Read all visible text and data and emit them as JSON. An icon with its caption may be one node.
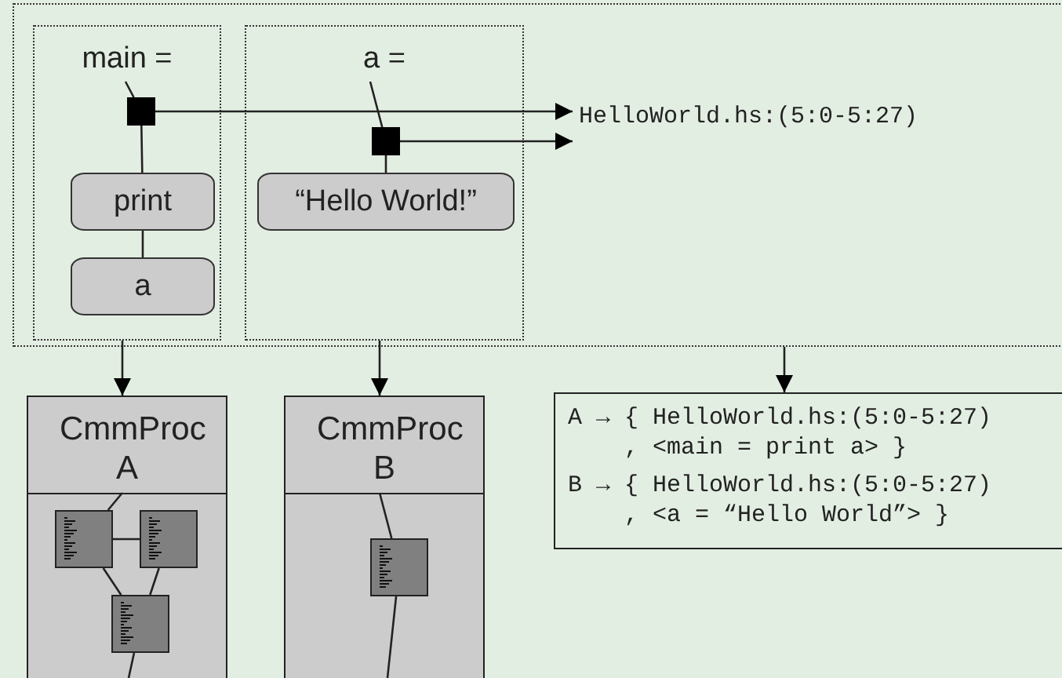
{
  "diagram": {
    "nodes": [
      {
        "text": [],
        "shape": "box"
      },
      {
        "text": [
          "main ="
        ],
        "in": 0
      },
      {
        "text": [],
        "shape": "box",
        "in": 1
      },
      {
        "text": [
          "print"
        ],
        "in": 1
      },
      {
        "text": [
          "a"
        ],
        "in": 1
      },
      {
        "text": [
          "a ="
        ],
        "in": 0
      },
      {
        "text": [],
        "shape": "box",
        "in": 5
      },
      {
        "text": [
          "“Hello World!”"
        ],
        "in": 5
      },
      {
        "text": [
          "HelloWorld.hs:(5:0-5:27)"
        ],
        "in": 0
      },
      {
        "text": [
          "CmmProc A"
        ]
      },
      {
        "text": [],
        "shape": "box",
        "in": 9
      },
      {
        "text": [],
        "shape": "box",
        "in": 9
      },
      {
        "text": [],
        "shape": "box",
        "in": 9
      },
      {
        "text": [
          "CmmProc B"
        ]
      },
      {
        "text": [],
        "shape": "box",
        "in": 13
      },
      {
        "text": [
          "A → { HelloWorld.hs:(5:0-5:27) , <main = print a> }",
          "B → { HelloWorld.hs:(5:0-5:27) , <a = “Hello World”> }"
        ]
      }
    ],
    "edges": [
      {
        "from": null,
        "to": 2,
        "arrow": "none"
      },
      {
        "from": 2,
        "to": 3,
        "arrow": "none"
      },
      {
        "from": 3,
        "to": 4,
        "arrow": "none"
      },
      {
        "from": 2,
        "to": 8,
        "arrow": "to"
      },
      {
        "from": null,
        "to": 6,
        "arrow": "none"
      },
      {
        "from": 6,
        "to": 7,
        "arrow": "none"
      },
      {
        "from": 6,
        "to": 8,
        "arrow": "to"
      },
      {
        "from": 1,
        "to": 9,
        "arrow": "to"
      },
      {
        "from": 5,
        "to": 13,
        "arrow": "to"
      },
      {
        "from": 0,
        "to": 15,
        "arrow": "to"
      },
      {
        "from": null,
        "to": 10,
        "arrow": "none"
      },
      {
        "from": 10,
        "to": 11,
        "arrow": "none"
      },
      {
        "from": 10,
        "to": 12,
        "arrow": "none"
      },
      {
        "from": 11,
        "to": 12,
        "arrow": "none"
      },
      {
        "from": 12,
        "to": null,
        "arrow": "none"
      },
      {
        "from": null,
        "to": 14,
        "arrow": "none"
      },
      {
        "from": 14,
        "to": null,
        "arrow": "none"
      }
    ]
  }
}
